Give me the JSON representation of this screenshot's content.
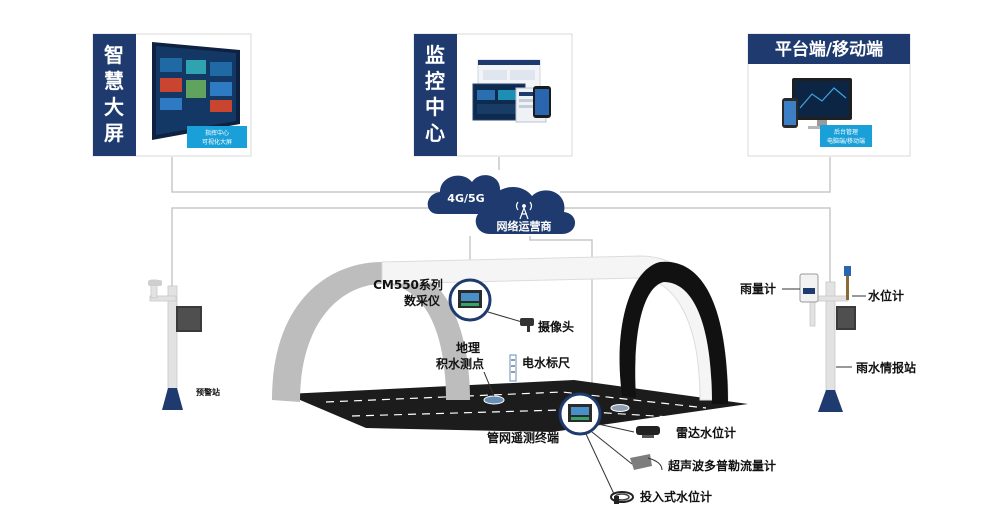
{
  "colors": {
    "navy": "#1e3a6e",
    "road": "#1c1c1c",
    "tunnel_grey": "#bdbdbd",
    "tunnel_black": "#111111",
    "line": "#c8c8c8",
    "cyan_badge": "#1aa0d8"
  },
  "panels": {
    "big_screen": {
      "title": [
        "智",
        "慧",
        "大",
        "屏"
      ],
      "badge": [
        "指挥中心",
        "可视化大屏"
      ]
    },
    "monitor": {
      "title": [
        "监",
        "控",
        "中",
        "心"
      ]
    },
    "platform": {
      "title": "平台端/移动端",
      "badge": [
        "后台管理",
        "电脑端/移动端"
      ]
    }
  },
  "network": {
    "cloud_4g": "4G/5G",
    "operator": "网络运营商"
  },
  "labels": {
    "cm550": "CM550系列",
    "collector": "数采仪",
    "camera": "摄像头",
    "geo_point_1": "地理",
    "geo_point_2": "积水测点",
    "gauge": "电水标尺",
    "pipe_terminal": "管网遥测终端",
    "radar": "雷达水位计",
    "doppler": "超声波多普勒流量计",
    "submersible": "投入式水位计",
    "warning_station": "预警站",
    "rain_gauge": "雨量计",
    "water_level": "水位计",
    "rain_station": "雨水情报站"
  },
  "icons": [
    "cloud-icon",
    "tower-icon",
    "camera-icon",
    "radar-icon",
    "doppler-icon",
    "submersible-icon",
    "rain-gauge-icon",
    "water-level-icon"
  ]
}
